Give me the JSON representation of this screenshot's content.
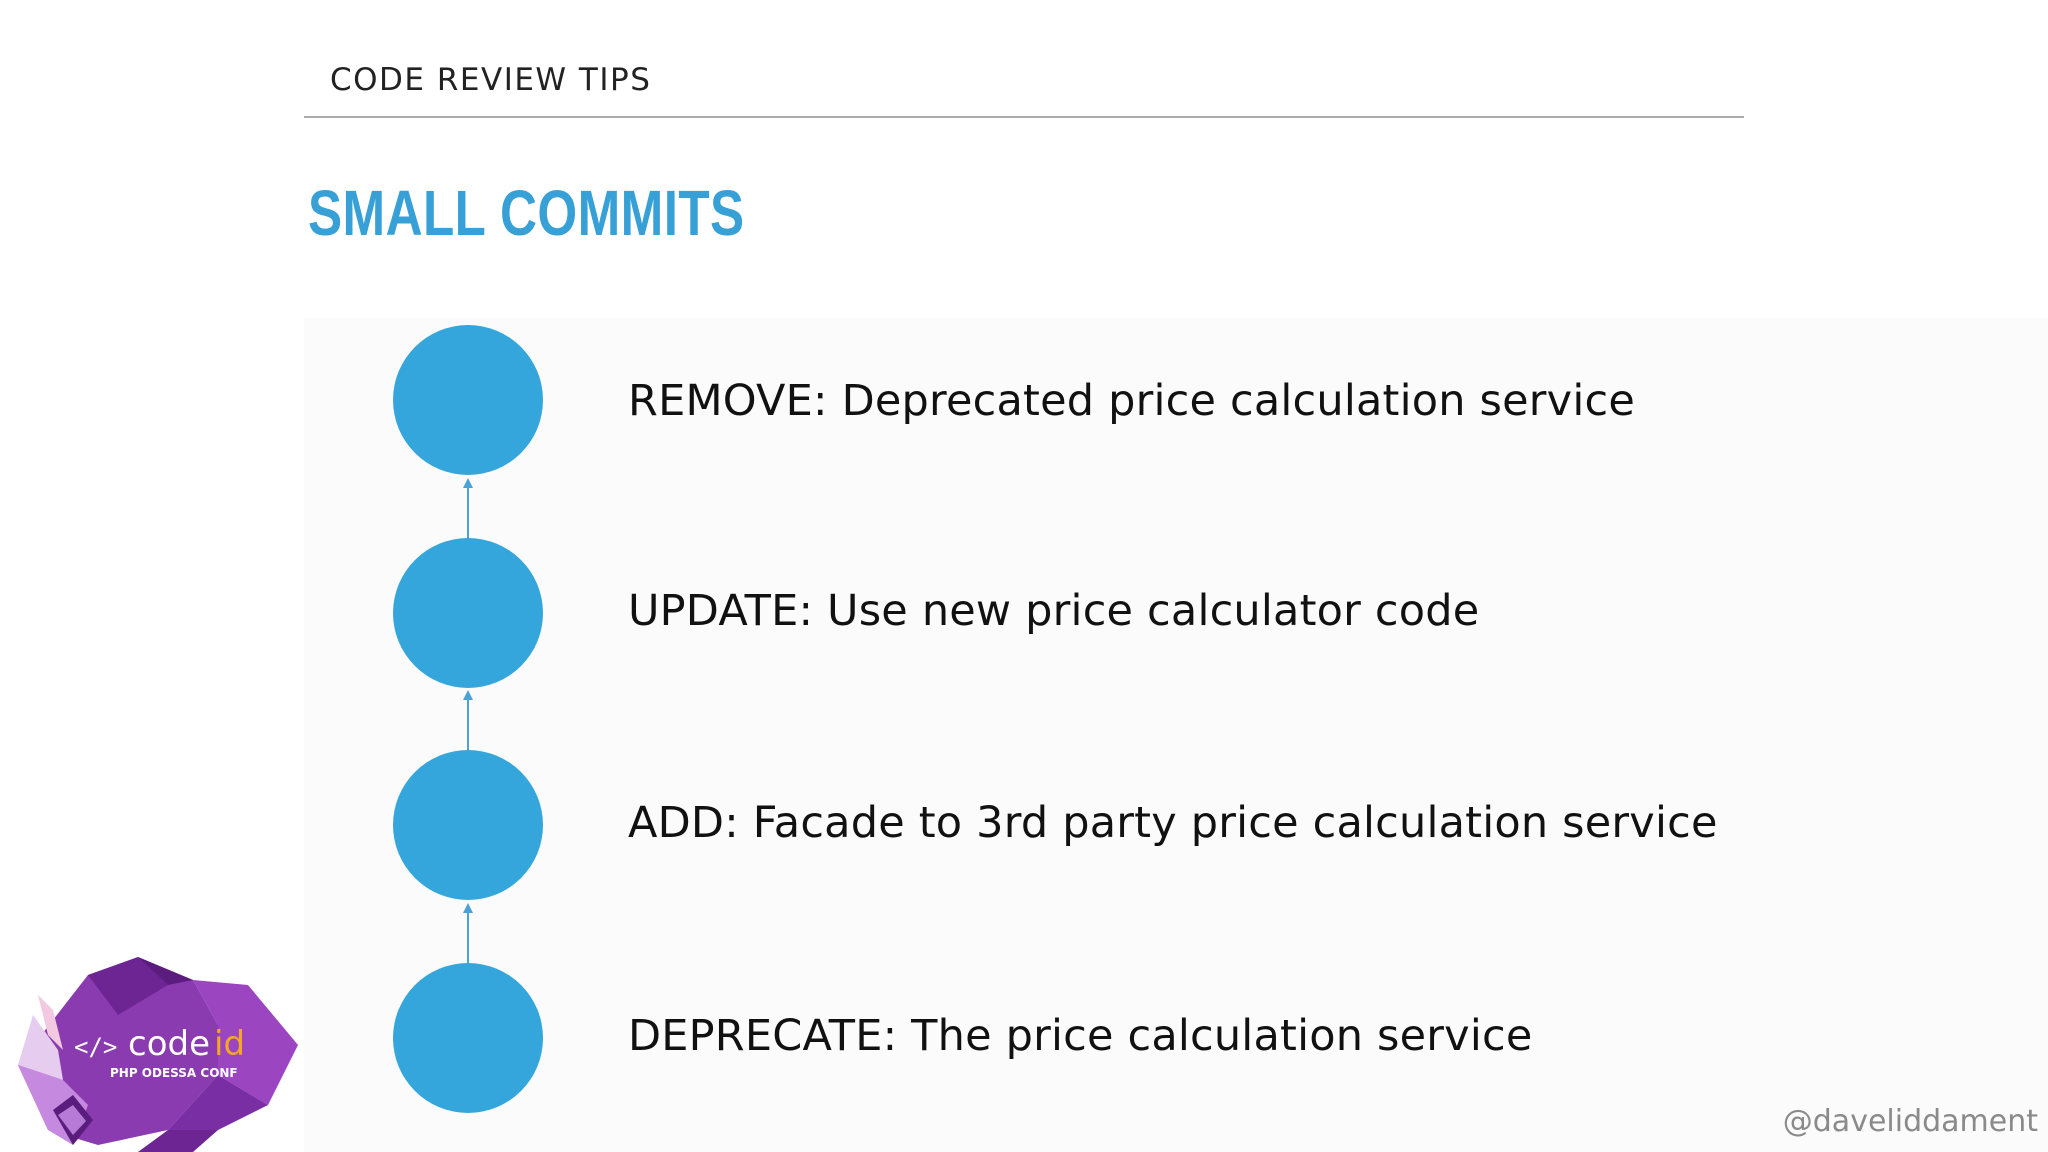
{
  "header": {
    "section_title": "CODE REVIEW TIPS"
  },
  "slide": {
    "title": "SMALL COMMITS"
  },
  "commits": [
    {
      "label": "REMOVE: Deprecated price calculation service"
    },
    {
      "label": "UPDATE: Use new price calculator code"
    },
    {
      "label": "ADD: Facade to 3rd party price calculation service"
    },
    {
      "label": "DEPRECATE: The price calculation service"
    }
  ],
  "footer": {
    "credit": "@daveliddament"
  },
  "logo": {
    "mark": "</>",
    "brand_code": "code",
    "brand_id": "id",
    "tagline": "PHP ODESSA CONF"
  },
  "colors": {
    "accent": "#37a0d6",
    "commit_dot": "#35a6dc",
    "logo_purple": "#7a2ea3",
    "logo_orange": "#f5a623"
  }
}
